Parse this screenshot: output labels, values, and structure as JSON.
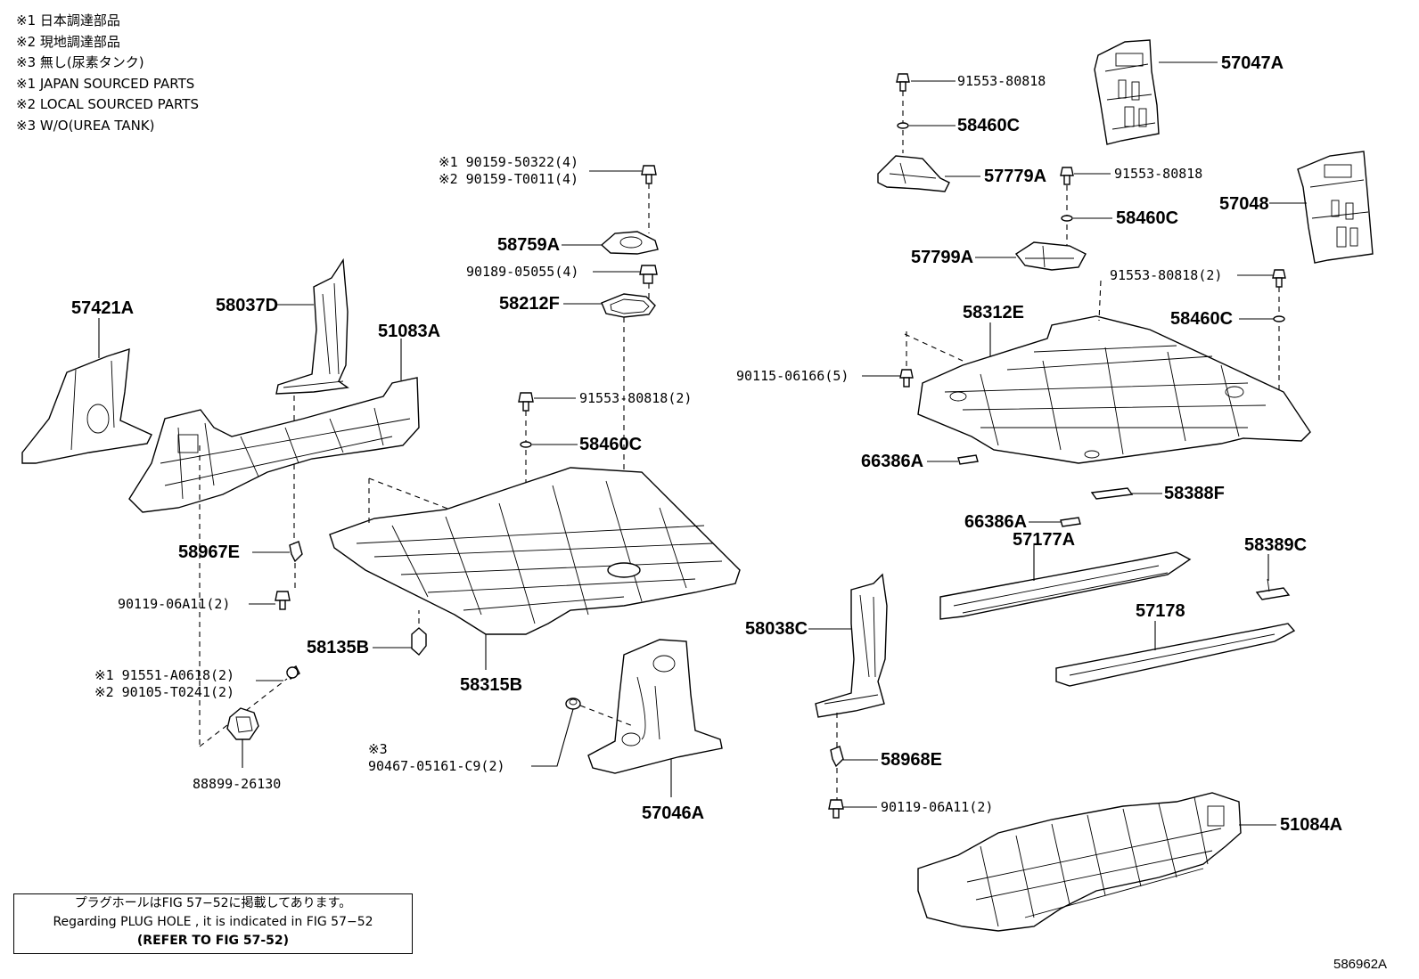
{
  "notes": [
    "※1 日本調達部品",
    "※2 現地調達部品",
    "※3 無し(尿素タンク)",
    "※1 JAPAN SOURCED PARTS",
    "※2 LOCAL SOURCED PARTS",
    "※3 W/O(UREA TANK)"
  ],
  "reference": {
    "line1": "プラグホールはFIG 57−52に掲載してあります。",
    "line2": "Regarding PLUG HOLE , it is indicated in FIG 57−52",
    "line3": "(REFER TO FIG 57-52)"
  },
  "figure_number": "586962A",
  "labels": {
    "p57047A": "57047A",
    "p57048": "57048",
    "p91553_80818_a": "91553-80818",
    "p58460C_a": "58460C",
    "p57779A": "57779A",
    "p91553_80818_b": "91553-80818",
    "p58460C_b": "58460C",
    "p57799A": "57799A",
    "p91553_80818_2_r": "91553-80818(2)",
    "p58460C_r": "58460C",
    "p58312E": "58312E",
    "p90115": "90115-06166(5)",
    "p66386A_a": "66386A",
    "p58388F": "58388F",
    "p66386A_b": "66386A",
    "p57177A": "57177A",
    "p58389C": "58389C",
    "p57178": "57178",
    "p58038C": "58038C",
    "p58968E": "58968E",
    "p90119_r": "90119-06A11(2)",
    "p51084A": "51084A",
    "p90159_1": "※1 90159-50322(4)",
    "p90159_2": "※2 90159-T0011(4)",
    "p58759A": "58759A",
    "p90189": "90189-05055(4)",
    "p58212F": "58212F",
    "p91553_80818_2_m": "91553-80818(2)",
    "p58460C_m": "58460C",
    "p58315B": "58315B",
    "p58135B": "58135B",
    "p57046A": "57046A",
    "p90467_note": "※3",
    "p90467": "90467-05161-C9(2)",
    "p57421A": "57421A",
    "p58037D": "58037D",
    "p51083A": "51083A",
    "p58967E": "58967E",
    "p90119_l": "90119-06A11(2)",
    "p91551_1": "※1 91551-A0618(2)",
    "p90105_2": "※2 90105-T0241(2)",
    "p88899": "88899-26130"
  }
}
